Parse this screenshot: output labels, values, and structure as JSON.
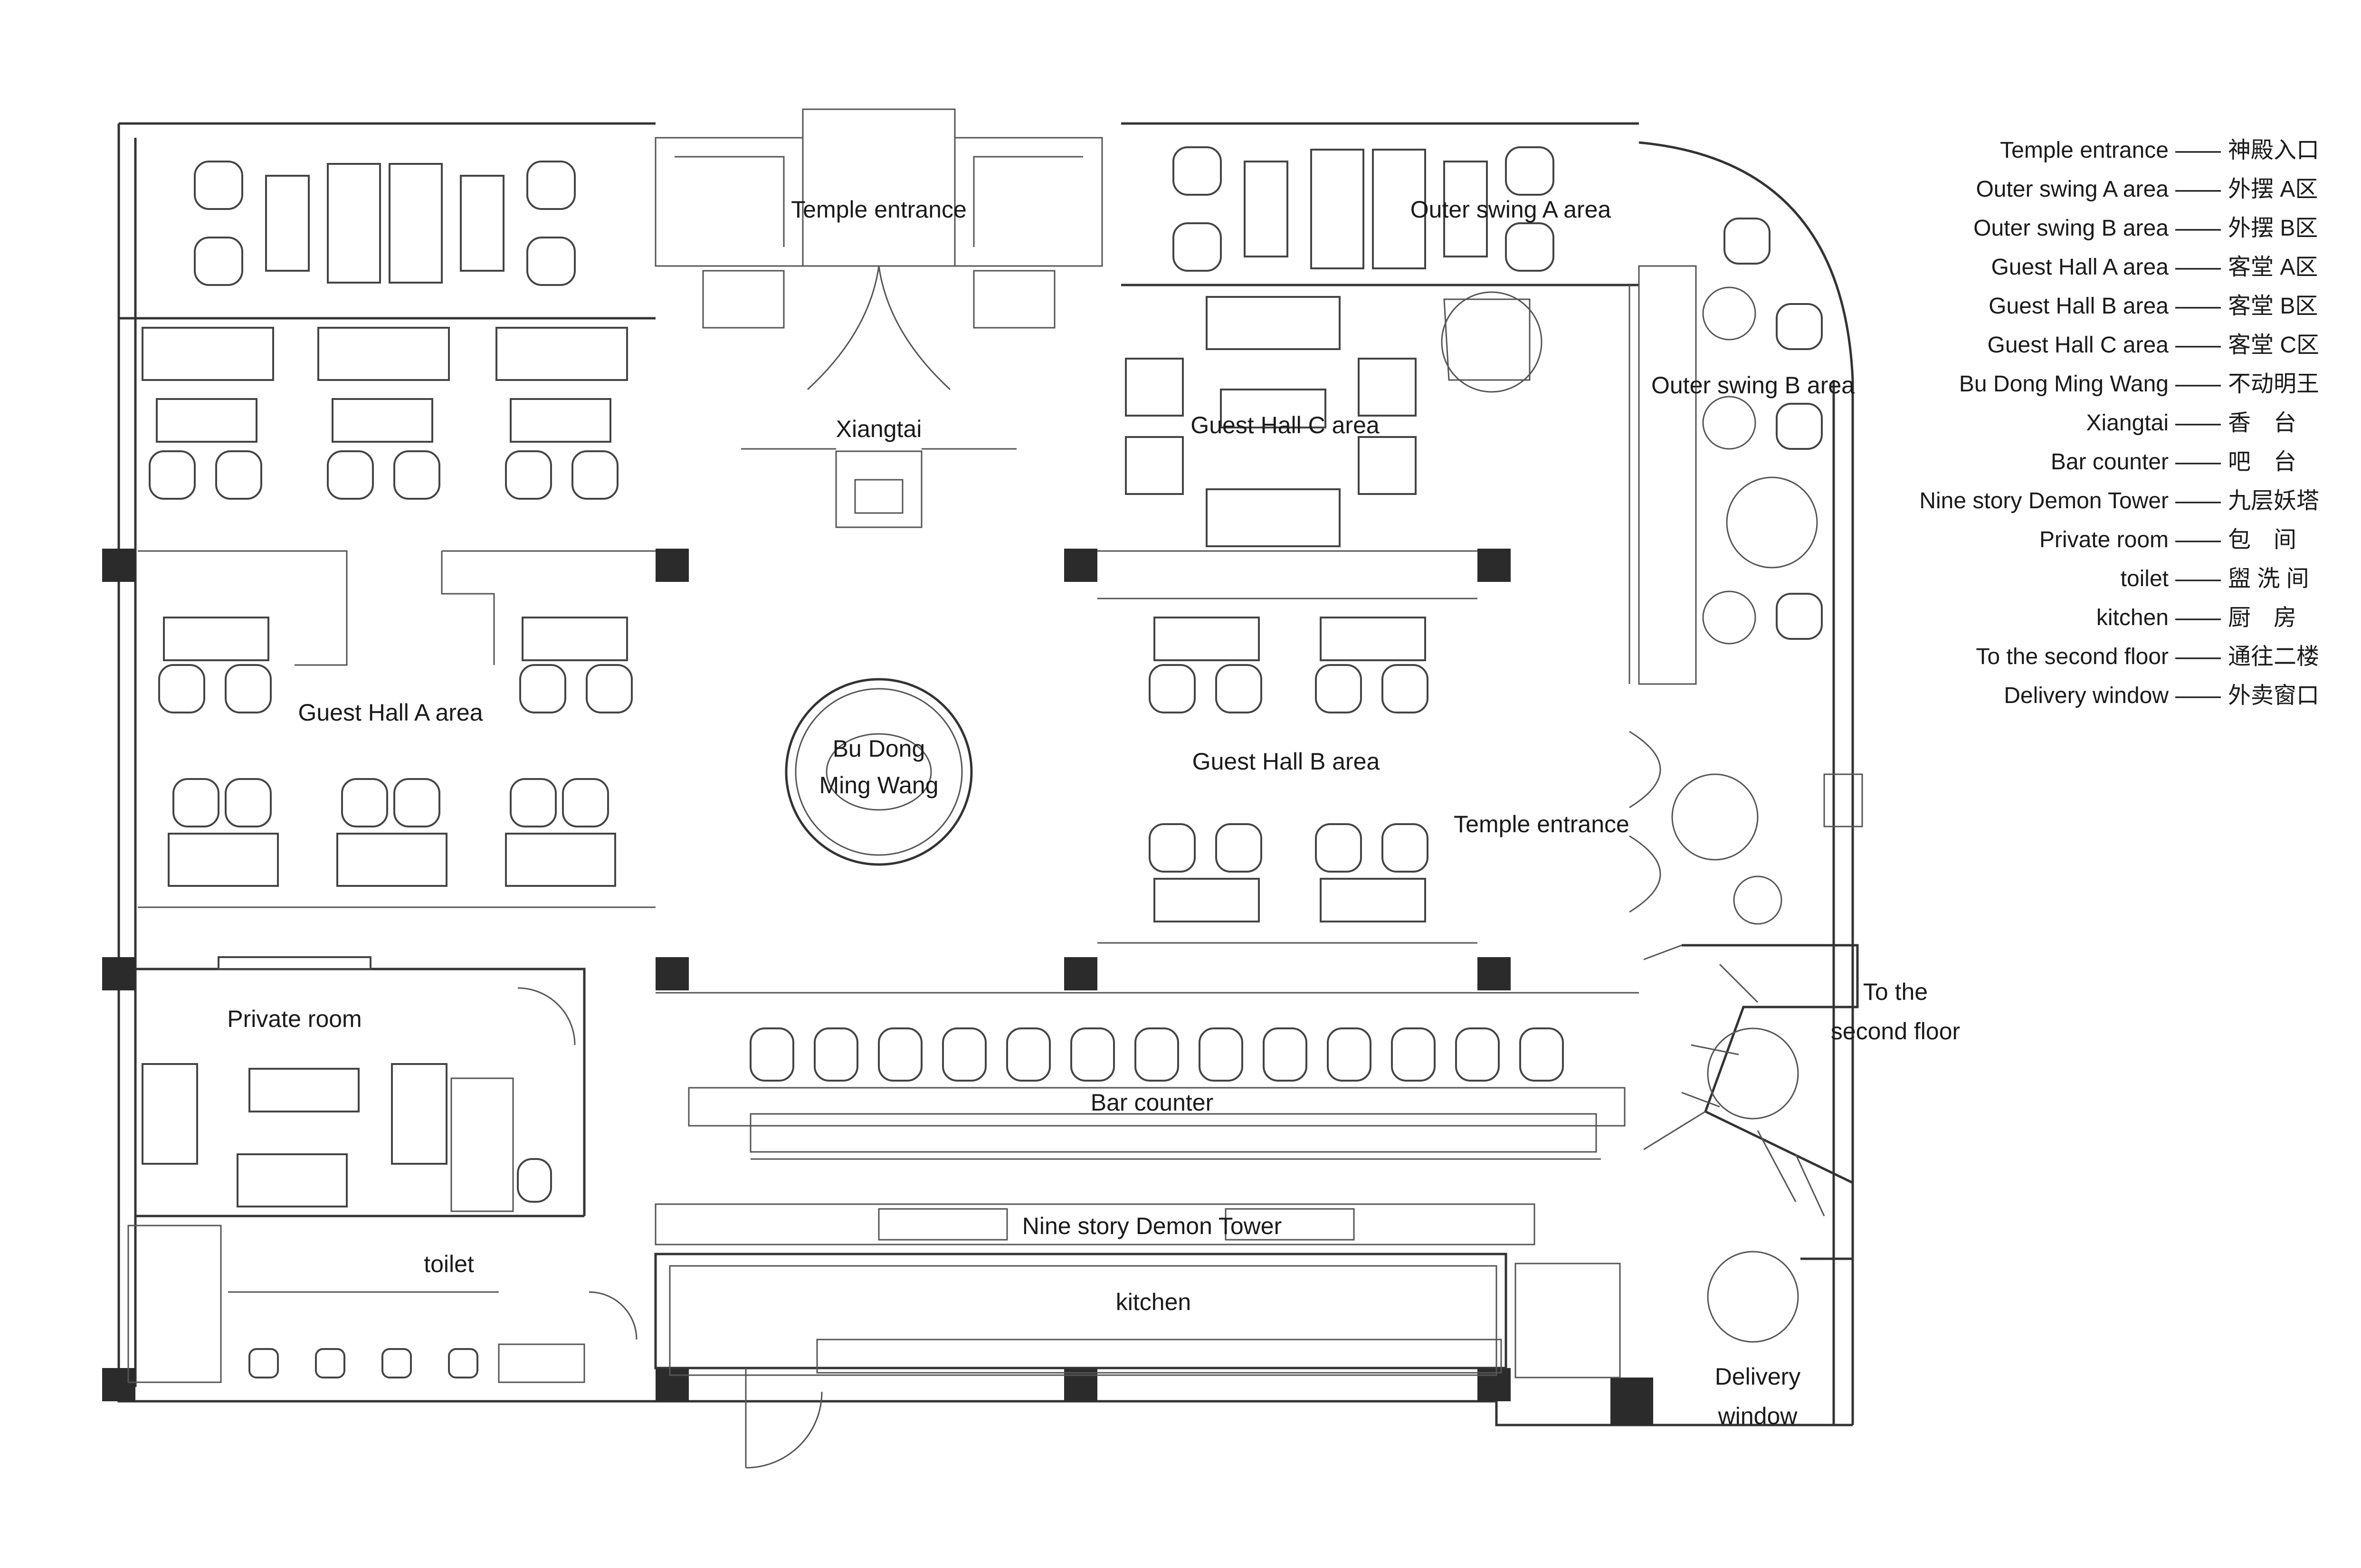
{
  "labels": {
    "temple_entrance_top": "Temple entrance",
    "outer_swing_a": "Outer swing A area",
    "outer_swing_b": "Outer swing B area",
    "xiangtai": "Xiangtai",
    "guest_hall_c": "Guest Hall C area",
    "guest_hall_a": "Guest Hall A area",
    "guest_hall_b": "Guest Hall B area",
    "bu_dong_1": "Bu Dong",
    "bu_dong_2": "Ming Wang",
    "temple_entrance_right": "Temple entrance",
    "to_second_1": "To the",
    "to_second_2": "second floor",
    "private_room": "Private room",
    "bar_counter": "Bar counter",
    "nine_story": "Nine story Demon Tower",
    "toilet": "toilet",
    "kitchen": "kitchen",
    "delivery_1": "Delivery",
    "delivery_2": "window"
  },
  "legend": [
    {
      "en": "Temple entrance",
      "zh": "神殿入口"
    },
    {
      "en": "Outer swing A area",
      "zh": "外摆 A区"
    },
    {
      "en": "Outer swing B area",
      "zh": "外摆 B区"
    },
    {
      "en": "Guest Hall A area",
      "zh": "客堂 A区"
    },
    {
      "en": "Guest Hall B area",
      "zh": "客堂 B区"
    },
    {
      "en": "Guest Hall C area",
      "zh": "客堂 C区"
    },
    {
      "en": "Bu Dong Ming Wang",
      "zh": "不动明王"
    },
    {
      "en": "Xiangtai",
      "zh": "香　台"
    },
    {
      "en": "Bar counter",
      "zh": "吧　台"
    },
    {
      "en": "Nine story Demon Tower",
      "zh": "九层妖塔"
    },
    {
      "en": "Private room",
      "zh": "包　间"
    },
    {
      "en": "toilet",
      "zh": "盥 洗 间"
    },
    {
      "en": "kitchen",
      "zh": "厨　房"
    },
    {
      "en": "To the second floor",
      "zh": "通往二楼"
    },
    {
      "en": "Delivery window",
      "zh": "外卖窗口"
    }
  ],
  "legend_dash": "——"
}
